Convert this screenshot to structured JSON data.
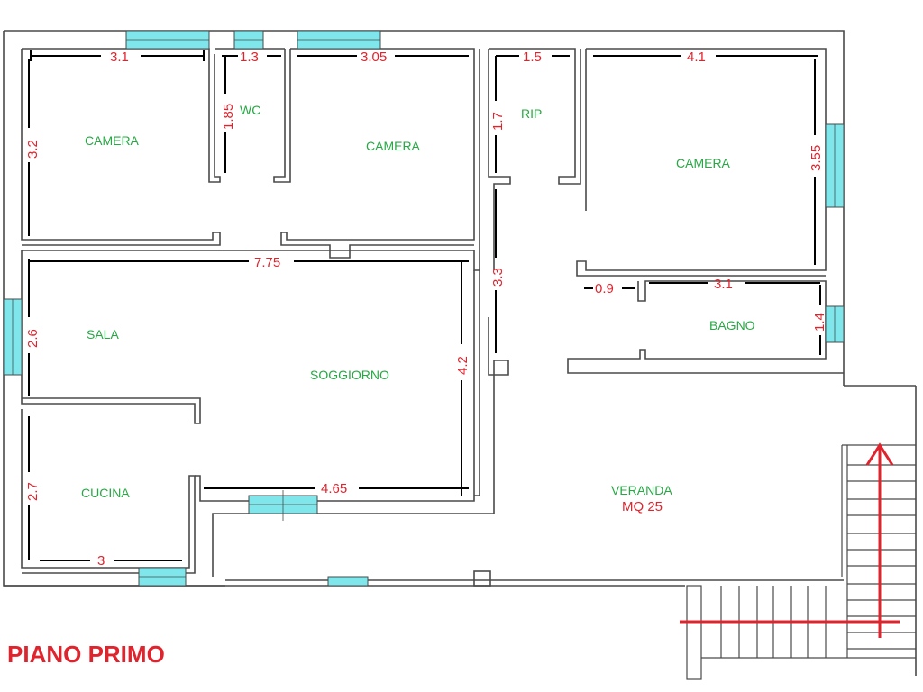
{
  "plan": {
    "title": "PIANO PRIMO",
    "rooms": {
      "camera_1": "CAMERA",
      "wc": "WC",
      "camera_2": "CAMERA",
      "rip": "RIP",
      "camera_3": "CAMERA",
      "sala": "SALA",
      "soggiorno": "SOGGIORNO",
      "bagno": "BAGNO",
      "cucina": "CUCINA",
      "veranda": "VERANDA",
      "veranda_area": "MQ 25"
    },
    "dimensions": {
      "camera_1_width": "3.1",
      "camera_1_height": "3.2",
      "wc_width": "1.3",
      "wc_height": "1.85",
      "camera_2_width": "3.05",
      "rip_width": "1.5",
      "rip_height": "1.7",
      "camera_3_width": "4.1",
      "camera_3_height": "3.55",
      "corridor_height": "3.3",
      "living_width": "7.75",
      "sala_height": "2.6",
      "soggiorno_height": "4.2",
      "bagno_width_small": "0.9",
      "bagno_width": "3.1",
      "bagno_height": "1.4",
      "cucina_height": "2.7",
      "cucina_width": "3",
      "soggiorno_width": "4.65"
    }
  }
}
